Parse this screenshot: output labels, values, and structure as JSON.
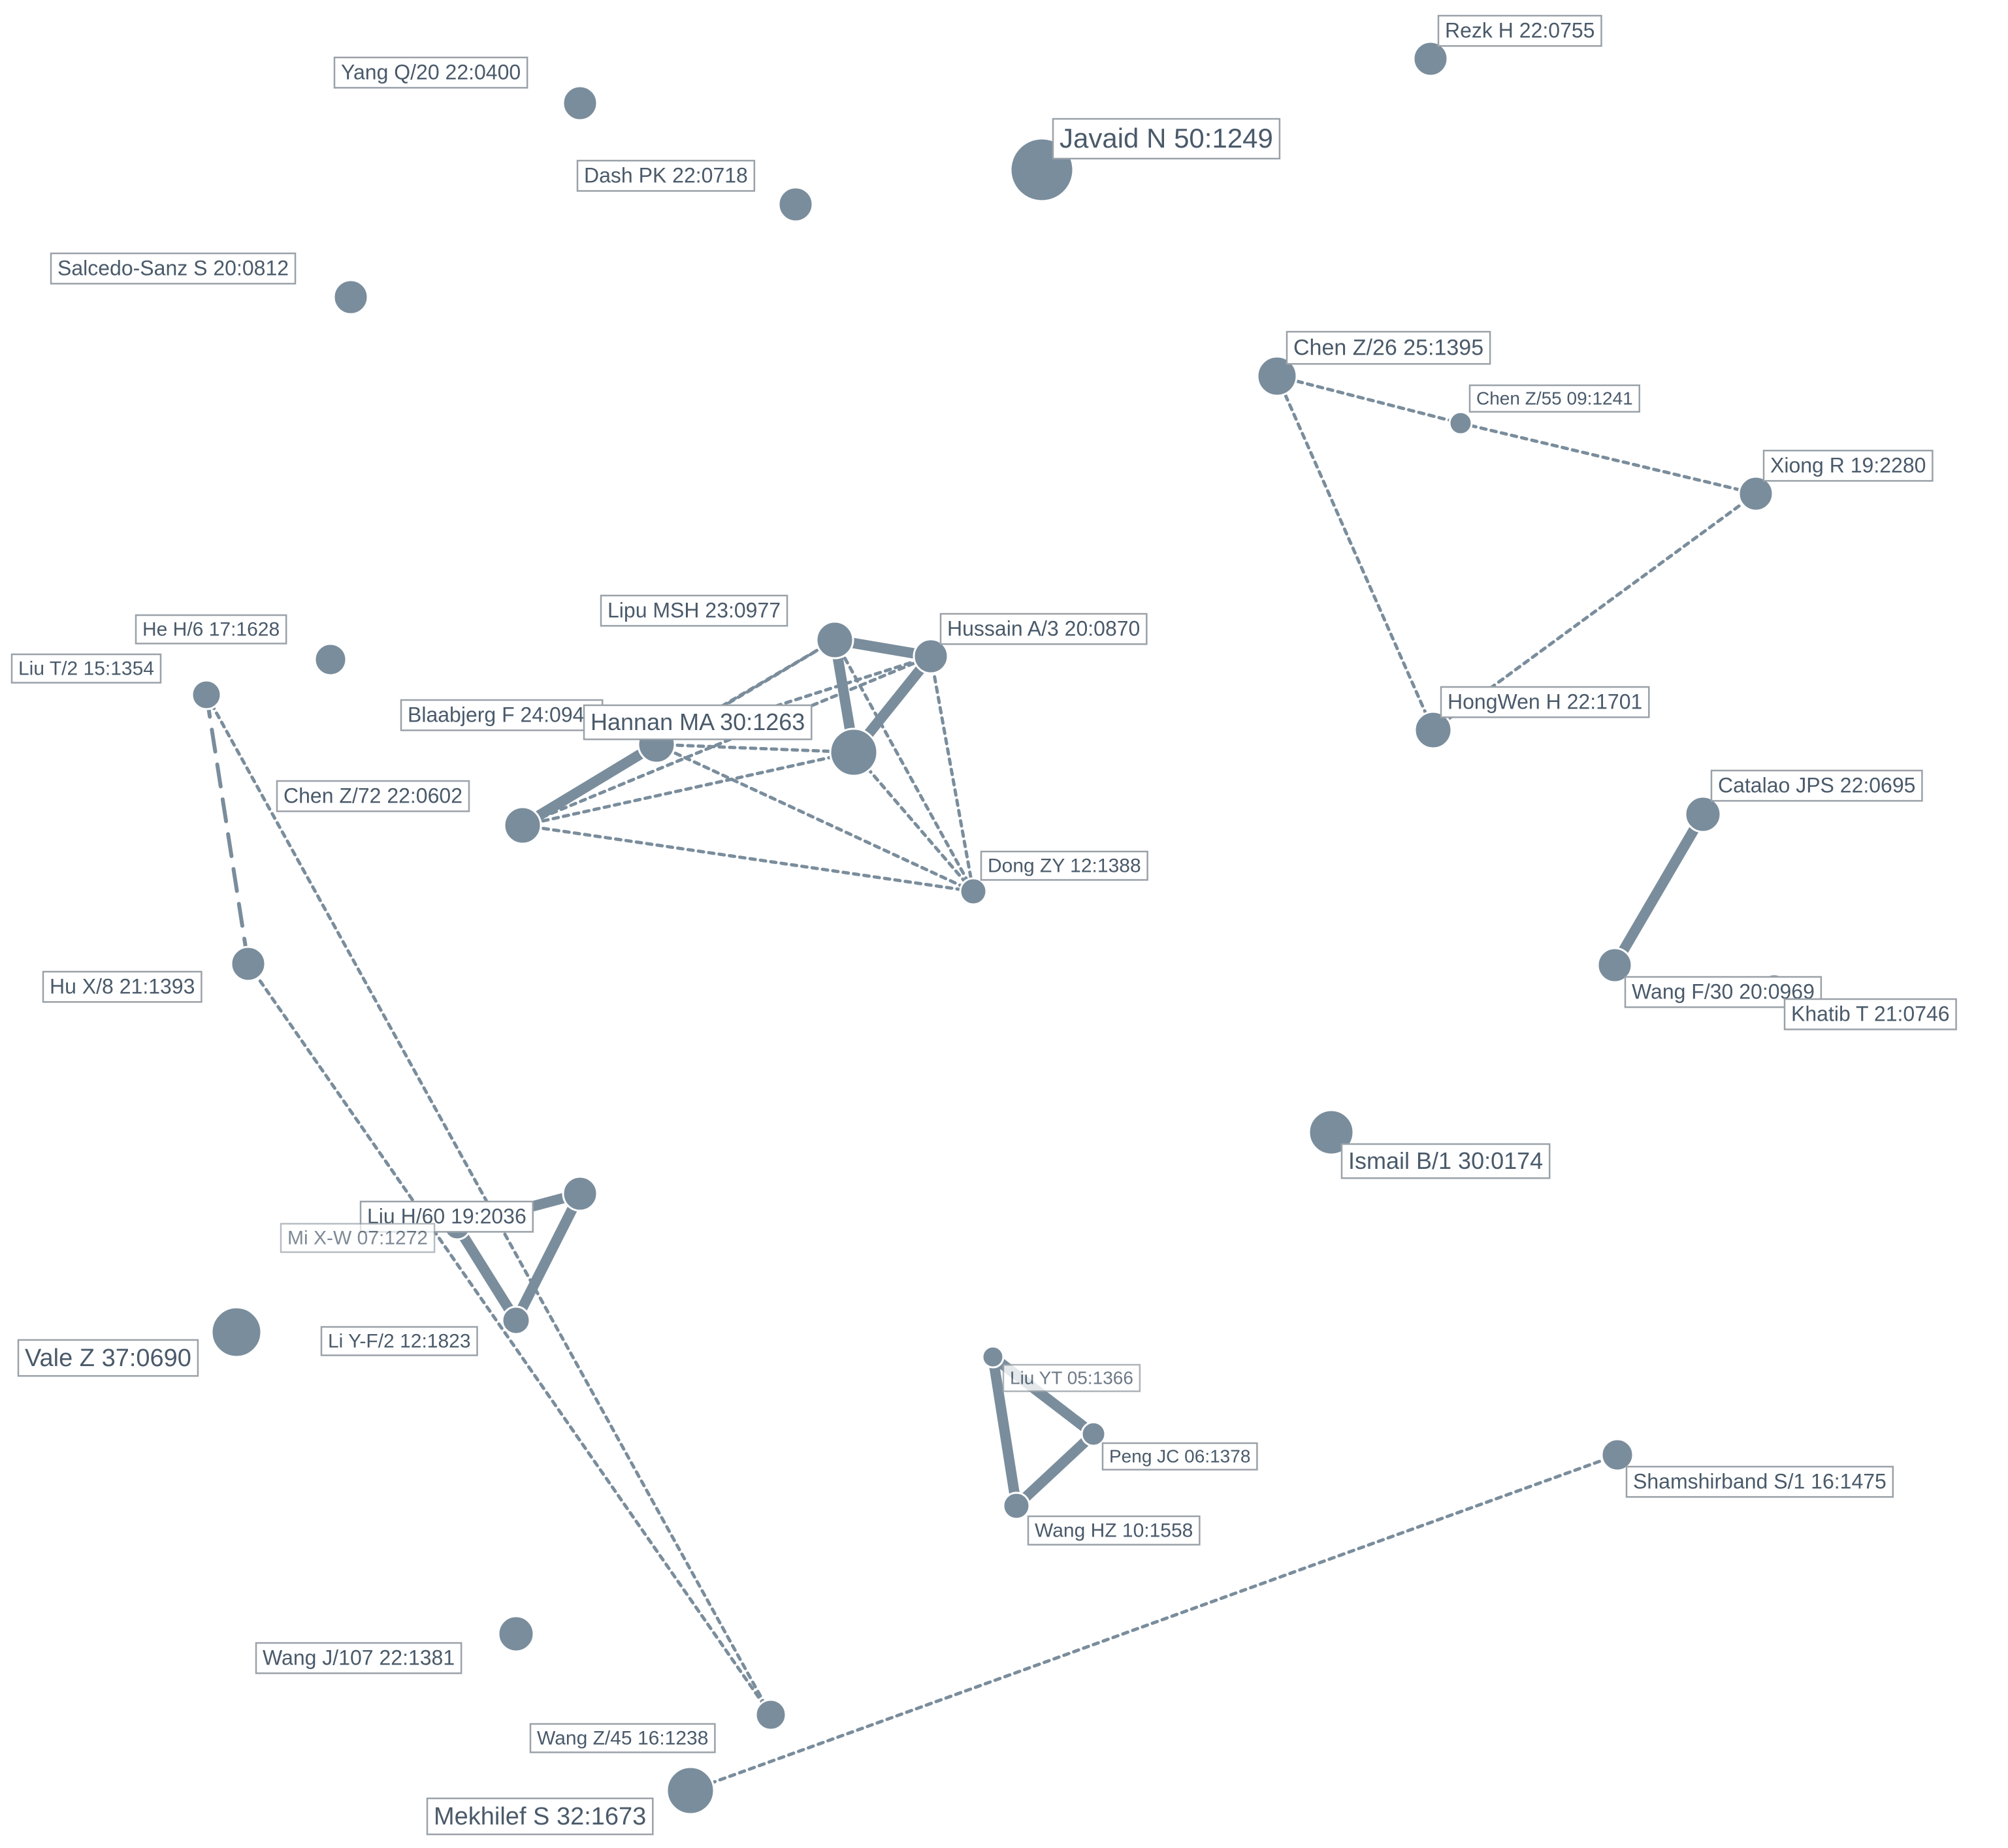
{
  "colors": {
    "node": "#7a8d9c",
    "edge": "#7a8d9c",
    "label_text": "#4a5a6a",
    "label_border": "#9aa1a8"
  },
  "nodes": [
    {
      "id": "rezk",
      "label": "Rezk H 22:0755"
    },
    {
      "id": "yang",
      "label": "Yang Q/20 22:0400"
    },
    {
      "id": "javaid",
      "label": "Javaid N 50:1249"
    },
    {
      "id": "dash",
      "label": "Dash PK 22:0718"
    },
    {
      "id": "salcedo",
      "label": "Salcedo-Sanz S 20:0812"
    },
    {
      "id": "chenz26",
      "label": "Chen Z/26 25:1395"
    },
    {
      "id": "chenz55",
      "label": "Chen Z/55 09:1241"
    },
    {
      "id": "xiong",
      "label": "Xiong R 19:2280"
    },
    {
      "id": "hongwen",
      "label": "HongWen H 22:1701"
    },
    {
      "id": "lipu",
      "label": "Lipu MSH 23:0977"
    },
    {
      "id": "hussain",
      "label": "Hussain A/3 20:0870"
    },
    {
      "id": "heh6",
      "label": "He H/6 17:1628"
    },
    {
      "id": "liut2",
      "label": "Liu T/2 15:1354"
    },
    {
      "id": "blaabjerg",
      "label": "Blaabjerg F 24:0948"
    },
    {
      "id": "hannan",
      "label": "Hannan MA 30:1263"
    },
    {
      "id": "chenz72",
      "label": "Chen Z/72 22:0602"
    },
    {
      "id": "dongzy",
      "label": "Dong ZY 12:1388"
    },
    {
      "id": "catalao",
      "label": "Catalao JPS 22:0695"
    },
    {
      "id": "wangf30",
      "label": "Wang F/30 20:0969"
    },
    {
      "id": "khatib",
      "label": "Khatib T 21:0746"
    },
    {
      "id": "hux8",
      "label": "Hu X/8 21:1393"
    },
    {
      "id": "ismail",
      "label": "Ismail B/1 30:0174"
    },
    {
      "id": "liuh60",
      "label": "Liu H/60 19:2036"
    },
    {
      "id": "mixw",
      "label": "Mi X-W 07:1272"
    },
    {
      "id": "liyf2",
      "label": "Li Y-F/2 12:1823"
    },
    {
      "id": "valez",
      "label": "Vale Z 37:0690"
    },
    {
      "id": "liuyt",
      "label": "Liu YT 05:1366"
    },
    {
      "id": "pengjc",
      "label": "Peng JC 06:1378"
    },
    {
      "id": "wanghz",
      "label": "Wang HZ 10:1558"
    },
    {
      "id": "shamshirband",
      "label": "Shamshirband S/1 16:1475"
    },
    {
      "id": "wangj107",
      "label": "Wang J/107 22:1381"
    },
    {
      "id": "wangz45",
      "label": "Wang Z/45 16:1238"
    },
    {
      "id": "mekhilef",
      "label": "Mekhilef S 32:1673"
    }
  ],
  "edges": [
    {
      "source": "chenz26",
      "target": "chenz55",
      "style": "dotted"
    },
    {
      "source": "chenz55",
      "target": "xiong",
      "style": "dotted"
    },
    {
      "source": "xiong",
      "target": "hongwen",
      "style": "dotted"
    },
    {
      "source": "chenz26",
      "target": "hongwen",
      "style": "dotted"
    },
    {
      "source": "lipu",
      "target": "hussain",
      "style": "solid"
    },
    {
      "source": "lipu",
      "target": "hannan",
      "style": "solid"
    },
    {
      "source": "hussain",
      "target": "hannan",
      "style": "solid"
    },
    {
      "source": "blaabjerg",
      "target": "chenz72",
      "style": "solid"
    },
    {
      "source": "lipu",
      "target": "blaabjerg",
      "style": "dotted"
    },
    {
      "source": "lipu",
      "target": "dongzy",
      "style": "dotted"
    },
    {
      "source": "hussain",
      "target": "dongzy",
      "style": "dotted"
    },
    {
      "source": "hannan",
      "target": "dongzy",
      "style": "dotted"
    },
    {
      "source": "blaabjerg",
      "target": "dongzy",
      "style": "dotted"
    },
    {
      "source": "chenz72",
      "target": "dongzy",
      "style": "dotted"
    },
    {
      "source": "chenz72",
      "target": "hannan",
      "style": "dotted"
    },
    {
      "source": "chenz72",
      "target": "hussain",
      "style": "dotted"
    },
    {
      "source": "chenz72",
      "target": "lipu",
      "style": "dotted"
    },
    {
      "source": "blaabjerg",
      "target": "hussain",
      "style": "dotted"
    },
    {
      "source": "blaabjerg",
      "target": "hannan",
      "style": "dotted"
    },
    {
      "source": "catalao",
      "target": "wangf30",
      "style": "solid"
    },
    {
      "source": "liut2",
      "target": "hux8",
      "style": "dashed"
    },
    {
      "source": "liut2",
      "target": "wangz45",
      "style": "dotted"
    },
    {
      "source": "hux8",
      "target": "wangz45",
      "style": "dotted"
    },
    {
      "source": "liuh60",
      "target": "mixw",
      "style": "solid"
    },
    {
      "source": "liuh60",
      "target": "liyf2",
      "style": "solid"
    },
    {
      "source": "mixw",
      "target": "liyf2",
      "style": "solid"
    },
    {
      "source": "liuyt",
      "target": "pengjc",
      "style": "solid"
    },
    {
      "source": "liuyt",
      "target": "wanghz",
      "style": "solid"
    },
    {
      "source": "pengjc",
      "target": "wanghz",
      "style": "solid"
    },
    {
      "source": "mekhilef",
      "target": "shamshirband",
      "style": "dotted"
    }
  ]
}
